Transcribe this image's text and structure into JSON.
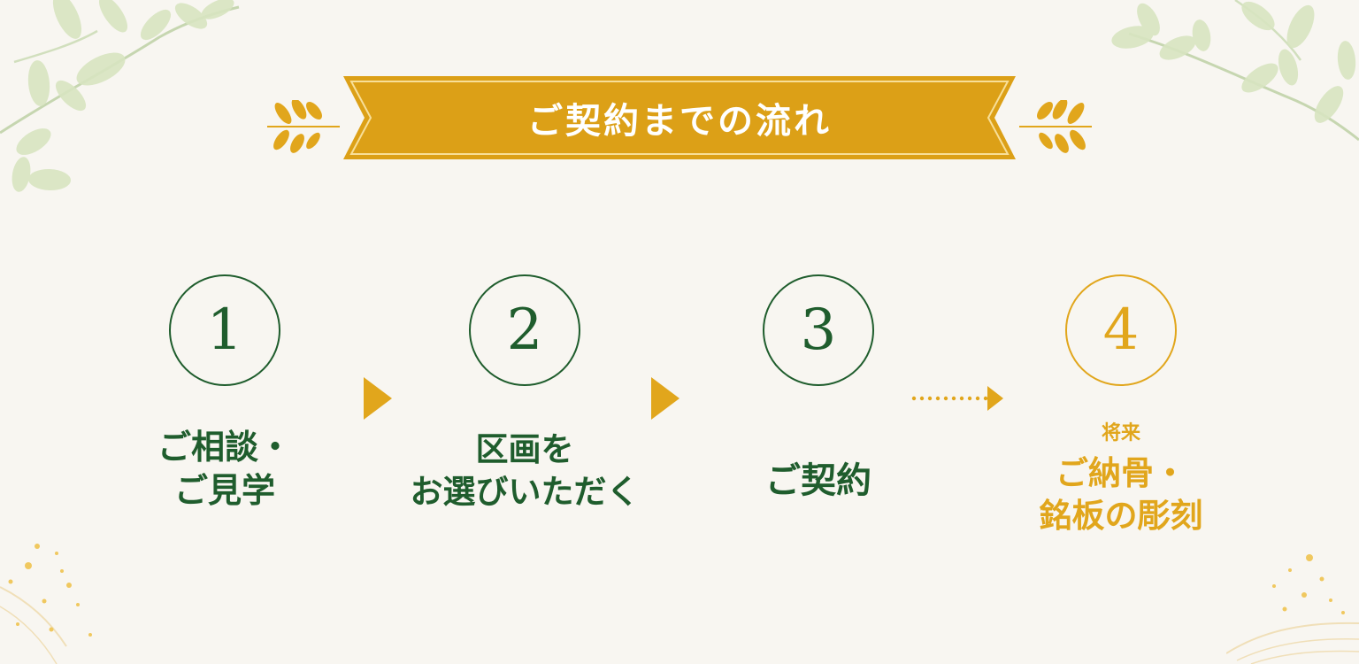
{
  "header": {
    "title": "ご契約までの流れ"
  },
  "steps": [
    {
      "number": "1",
      "lines": [
        "ご相談・",
        "ご見学"
      ]
    },
    {
      "number": "2",
      "lines": [
        "区画を",
        "お選びいただく"
      ]
    },
    {
      "number": "3",
      "lines": [
        "ご契約"
      ]
    },
    {
      "number": "4",
      "subtitle": "将来",
      "lines": [
        "ご納骨・",
        "銘板の彫刻"
      ]
    }
  ],
  "colors": {
    "green": "#1f5d2d",
    "gold": "#e1a61c",
    "banner": "#dca017",
    "background": "#f8f6f1"
  },
  "icons": {
    "top_left": "leaf-branch-icon",
    "top_right": "leaf-branch-icon",
    "banner_left": "gold-sprig-icon",
    "banner_right": "gold-sprig-icon",
    "arrow_1": "triangle-right-icon",
    "arrow_2": "triangle-right-icon",
    "arrow_3": "dotted-arrow-right-icon"
  }
}
